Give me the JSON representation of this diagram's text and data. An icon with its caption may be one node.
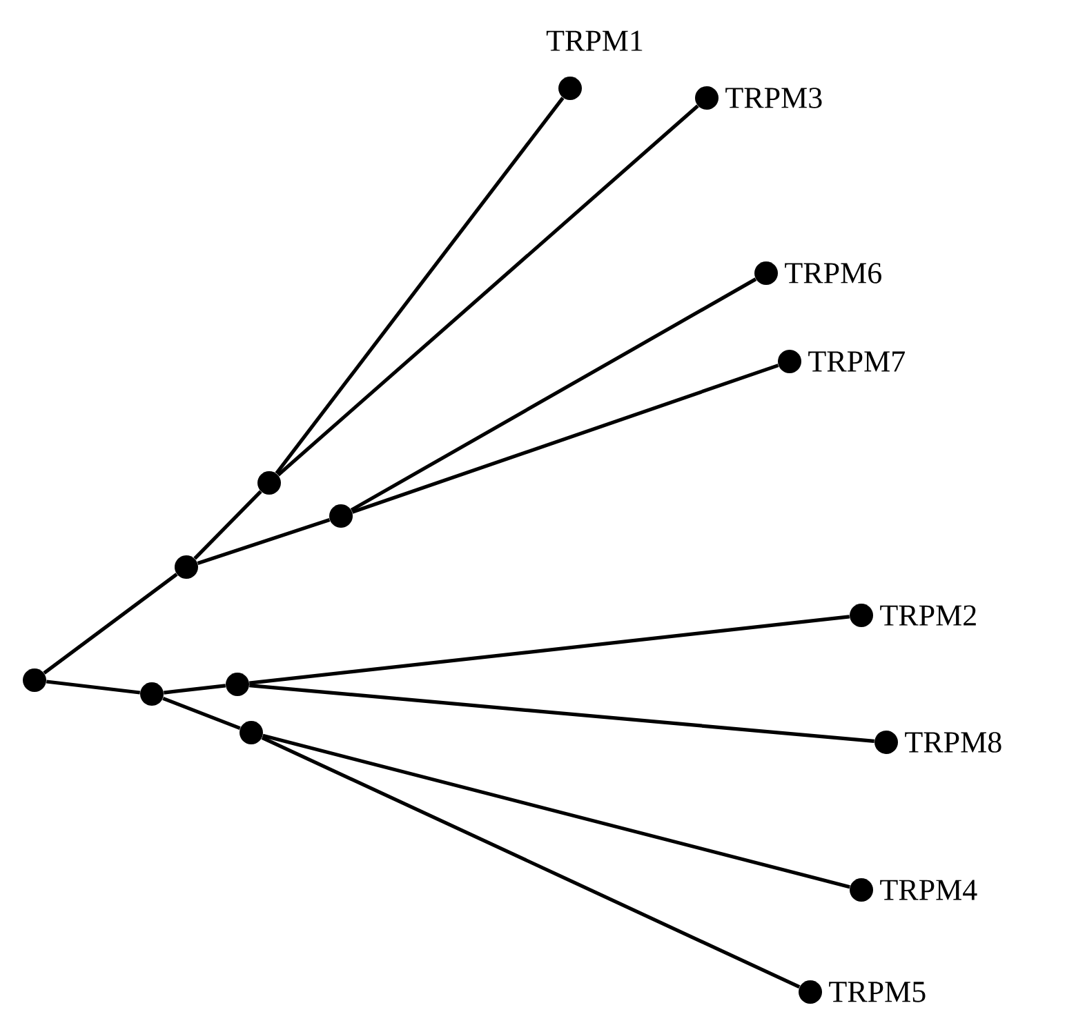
{
  "diagram": {
    "nodes": [
      {
        "text": [],
        "shape": "circle"
      },
      {
        "text": [],
        "shape": "circle"
      },
      {
        "text": [],
        "shape": "circle"
      },
      {
        "text": [],
        "shape": "circle",
        "beside": [
          "TRPM1"
        ]
      },
      {
        "text": [],
        "shape": "circle",
        "beside": [
          "TRPM3"
        ]
      },
      {
        "text": [],
        "shape": "circle"
      },
      {
        "text": [],
        "shape": "circle",
        "beside": [
          "TRPM6"
        ]
      },
      {
        "text": [],
        "shape": "circle",
        "beside": [
          "TRPM7"
        ]
      },
      {
        "text": [],
        "shape": "circle"
      },
      {
        "text": [],
        "shape": "circle"
      },
      {
        "text": [],
        "shape": "circle",
        "beside": [
          "TRPM2"
        ]
      },
      {
        "text": [],
        "shape": "circle",
        "beside": [
          "TRPM8"
        ]
      },
      {
        "text": [],
        "shape": "circle"
      },
      {
        "text": [],
        "shape": "circle",
        "beside": [
          "TRPM4"
        ]
      },
      {
        "text": [],
        "shape": "circle",
        "beside": [
          "TRPM5"
        ]
      }
    ],
    "edges": [
      {
        "from": 0,
        "to": 1,
        "arrow": "none"
      },
      {
        "from": 1,
        "to": 2,
        "arrow": "none"
      },
      {
        "from": 2,
        "to": 3,
        "arrow": "none"
      },
      {
        "from": 2,
        "to": 4,
        "arrow": "none"
      },
      {
        "from": 1,
        "to": 5,
        "arrow": "none"
      },
      {
        "from": 5,
        "to": 6,
        "arrow": "none"
      },
      {
        "from": 5,
        "to": 7,
        "arrow": "none"
      },
      {
        "from": 0,
        "to": 8,
        "arrow": "none"
      },
      {
        "from": 8,
        "to": 9,
        "arrow": "none"
      },
      {
        "from": 9,
        "to": 10,
        "arrow": "none"
      },
      {
        "from": 9,
        "to": 11,
        "arrow": "none"
      },
      {
        "from": 8,
        "to": 12,
        "arrow": "none"
      },
      {
        "from": 12,
        "to": 13,
        "arrow": "none"
      },
      {
        "from": 12,
        "to": 14,
        "arrow": "none"
      }
    ]
  }
}
